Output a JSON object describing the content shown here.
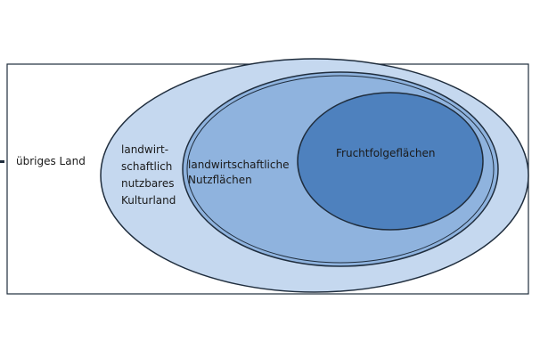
{
  "diagram": {
    "outer_label": "übriges Land",
    "kulturland_lines": [
      "landwirt-",
      "schaftlich",
      "nutzbares",
      "Kulturland"
    ],
    "nutzflaechen_lines": [
      "landwirtschaftliche",
      "Nutzflächen"
    ],
    "fruchtfolge_label": "Fruchtfolgeflächen"
  },
  "colors": {
    "kulturland_fill": "#c5d8ef",
    "nutzflaechen_fill": "#8fb3de",
    "fruchtfolge_fill": "#4e81be",
    "stroke": "#1f2d3d"
  }
}
